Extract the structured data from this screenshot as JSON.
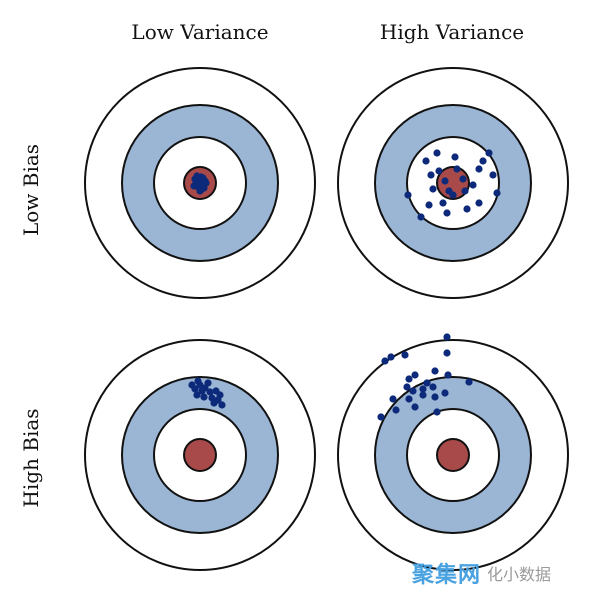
{
  "columns": {
    "left": "Low Variance",
    "right": "High Variance"
  },
  "rows": {
    "top": "Low Bias",
    "bottom": "High Bias"
  },
  "colors": {
    "ring_outer": "#ffffff",
    "ring_band": "#9bb5d4",
    "ring_inner": "#ffffff",
    "bullseye": "#a84a4a",
    "ring_stroke": "#111111",
    "dot": "#0d2a7a"
  },
  "panels": [
    {
      "name": "low-bias-low-variance",
      "dots": [
        [
          0,
          -3
        ],
        [
          -4,
          0
        ],
        [
          3,
          2
        ],
        [
          -2,
          4
        ],
        [
          1,
          -6
        ],
        [
          5,
          -2
        ],
        [
          -5,
          -4
        ],
        [
          2,
          6
        ],
        [
          -1,
          1
        ],
        [
          4,
          5
        ],
        [
          -6,
          3
        ],
        [
          0,
          8
        ],
        [
          6,
          0
        ],
        [
          -3,
          -7
        ],
        [
          3,
          -5
        ]
      ]
    },
    {
      "name": "low-bias-high-variance",
      "dots": [
        [
          -22,
          -8
        ],
        [
          -27,
          -22
        ],
        [
          -16,
          -30
        ],
        [
          -14,
          -12
        ],
        [
          -8,
          -2
        ],
        [
          -20,
          6
        ],
        [
          -24,
          22
        ],
        [
          -10,
          20
        ],
        [
          -6,
          30
        ],
        [
          4,
          -14
        ],
        [
          10,
          -4
        ],
        [
          12,
          8
        ],
        [
          20,
          2
        ],
        [
          26,
          -14
        ],
        [
          30,
          -22
        ],
        [
          36,
          -30
        ],
        [
          40,
          -8
        ],
        [
          44,
          10
        ],
        [
          26,
          20
        ],
        [
          14,
          26
        ],
        [
          -4,
          8
        ],
        [
          2,
          -26
        ],
        [
          0,
          12
        ],
        [
          -45,
          12
        ],
        [
          -32,
          34
        ]
      ]
    },
    {
      "name": "high-bias-low-variance",
      "dots": [
        [
          0,
          -70
        ],
        [
          5,
          -67
        ],
        [
          10,
          -63
        ],
        [
          -5,
          -66
        ],
        [
          -8,
          -70
        ],
        [
          -3,
          -60
        ],
        [
          4,
          -58
        ],
        [
          12,
          -57
        ],
        [
          14,
          -52
        ],
        [
          18,
          -55
        ],
        [
          8,
          -72
        ],
        [
          16,
          -64
        ],
        [
          20,
          -60
        ],
        [
          -2,
          -74
        ],
        [
          22,
          -50
        ],
        [
          2,
          -64
        ]
      ]
    },
    {
      "name": "high-bias-high-variance",
      "dots": [
        [
          -68,
          -94
        ],
        [
          -62,
          -98
        ],
        [
          -48,
          -100
        ],
        [
          -6,
          -118
        ],
        [
          -6,
          -102
        ],
        [
          -5,
          -80
        ],
        [
          -18,
          -84
        ],
        [
          -38,
          -80
        ],
        [
          -44,
          -76
        ],
        [
          -46,
          -68
        ],
        [
          -40,
          -64
        ],
        [
          -30,
          -66
        ],
        [
          -26,
          -72
        ],
        [
          -20,
          -68
        ],
        [
          16,
          -73
        ],
        [
          -8,
          -62
        ],
        [
          -38,
          -48
        ],
        [
          -57,
          -45
        ],
        [
          -72,
          -38
        ],
        [
          -60,
          -56
        ],
        [
          -16,
          -43
        ],
        [
          -30,
          -60
        ],
        [
          -44,
          -56
        ],
        [
          -18,
          -58
        ]
      ]
    }
  ],
  "watermark": {
    "mark": "聚集网",
    "text": "化小数据"
  }
}
